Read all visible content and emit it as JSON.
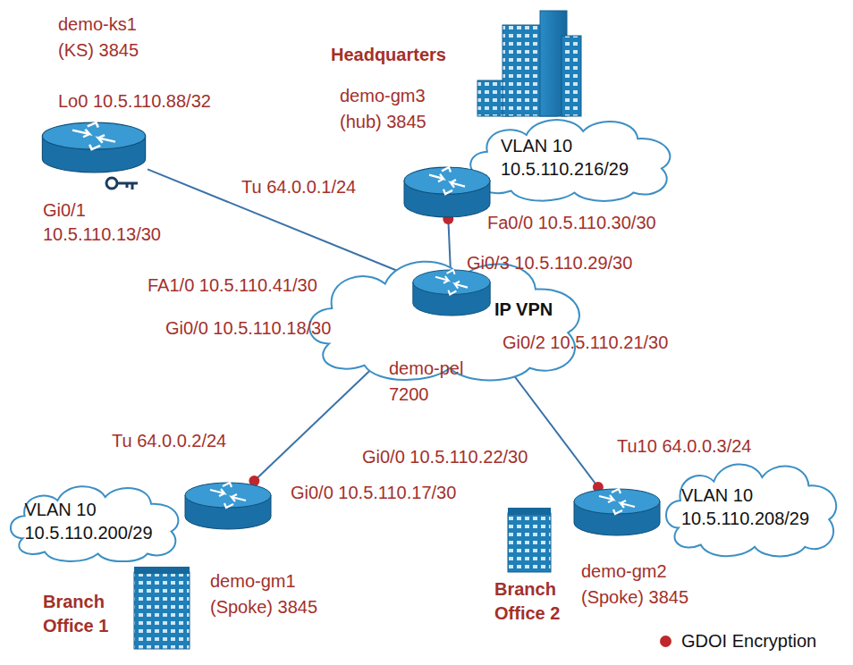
{
  "diagram": {
    "nodes": [
      {
        "text": [
          "demo-ks1 (KS) 3845",
          "Lo0 10.5.110.88/32"
        ]
      },
      {
        "text": [
          "VLAN 10 10.5.110.216/29"
        ]
      },
      {
        "text": [
          "demo-gm3 (hub) 3845"
        ]
      },
      {
        "text": [
          "IP VPN"
        ]
      },
      {
        "text": [
          "demo-pel 7200"
        ],
        "in": 3
      },
      {
        "text": [
          "demo-gm1 (Spoke) 3845"
        ]
      },
      {
        "text": [
          "VLAN 10 10.5.110.200/29"
        ]
      },
      {
        "text": [
          "demo-gm2 (Spoke) 3845"
        ]
      },
      {
        "text": [
          "VLAN 10 10.5.110.208/29"
        ]
      }
    ],
    "edges": [
      {
        "from": 0,
        "to": 4,
        "arrow": "none"
      },
      {
        "from": 2,
        "to": 4,
        "arrow": "none"
      },
      {
        "from": 5,
        "to": 4,
        "arrow": "none"
      },
      {
        "from": 7,
        "to": 4,
        "arrow": "none"
      }
    ],
    "labels": [
      "Headquarters",
      "Tu 64.0.0.1/24",
      "Fa0/0 10.5.110.30/30",
      "Gi0/3 10.5.110.29/30",
      "FA1/0 10.5.110.41/30",
      "Gi0/0 10.5.110.18/30",
      "Gi0/2 10.5.110.21/30",
      "Gi0/1 10.5.110.13/30",
      "Tu 64.0.0.2/24",
      "Gi0/0 10.5.110.22/30",
      "Gi0/0 10.5.110.17/30",
      "Tu10 64.0.0.3/24",
      "Branch Office 1",
      "Branch Office 2"
    ],
    "legend": [
      {
        "text": "GDOI Encryption",
        "color": "#c0272d"
      }
    ]
  }
}
